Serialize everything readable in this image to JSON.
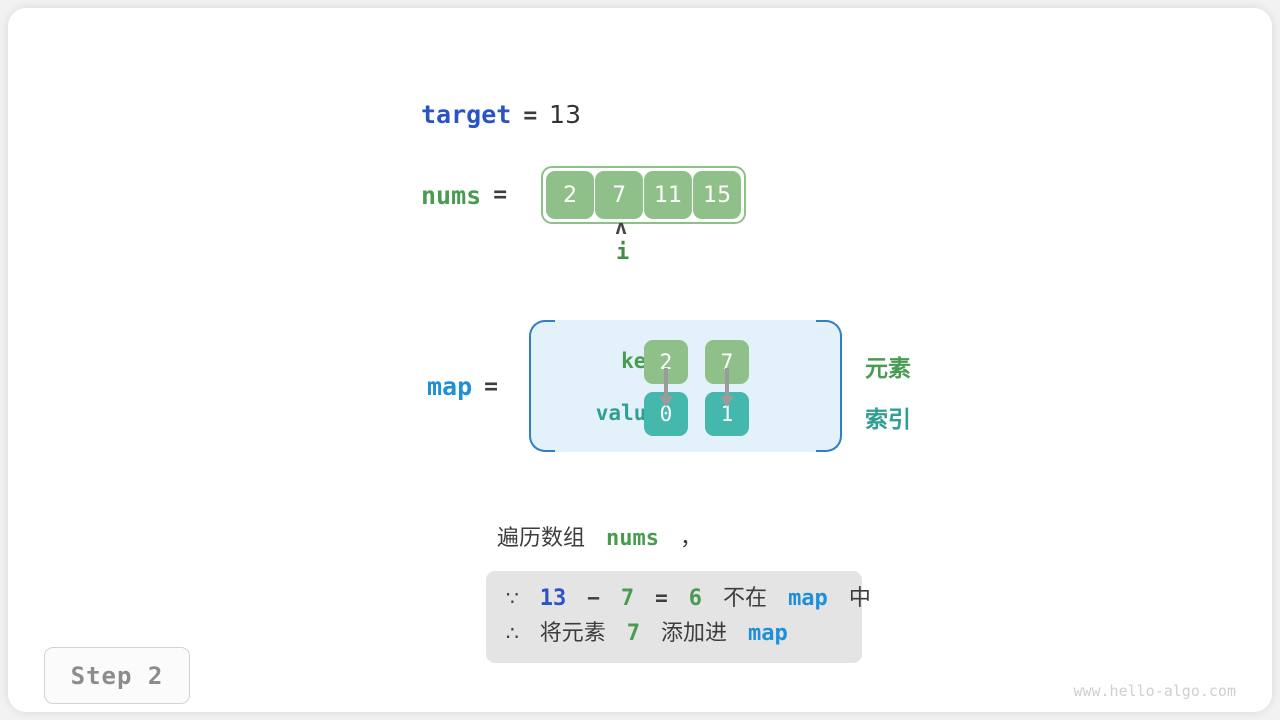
{
  "diagram": {
    "target": {
      "name": "target",
      "eq": "=",
      "value": "13"
    },
    "nums": {
      "name": "nums",
      "eq": "=",
      "cells": [
        "2",
        "7",
        "11",
        "15"
      ],
      "pointer_caret": "ʌ",
      "pointer_label": "i",
      "pointer_index": 1
    },
    "map": {
      "name": "map",
      "eq": "=",
      "row_labels": {
        "key": "key",
        "value": "value"
      },
      "entries": [
        {
          "key": "2",
          "value": "0"
        },
        {
          "key": "7",
          "value": "1"
        }
      ],
      "side_labels": {
        "element": "元素",
        "index": "索引"
      }
    },
    "description": {
      "prefix": "遍历数组",
      "var": "nums",
      "suffix": "，"
    },
    "reason": {
      "line1": {
        "symbol": "∵",
        "a": "13",
        "op": "−",
        "b": "7",
        "eq": "=",
        "result": "6",
        "mid": "不在",
        "map": "map",
        "end": "中"
      },
      "line2": {
        "symbol": "∴",
        "pre": "将元素",
        "value": "7",
        "mid": "添加进",
        "map": "map"
      }
    },
    "step_badge": "Step 2",
    "watermark": "www.hello-algo.com"
  },
  "colors": {
    "blue": "#2c52c8",
    "light_blue": "#1f8fd8",
    "green": "#4a9b52",
    "cell_green": "#8fc08a",
    "teal": "#45b8ae",
    "teal_text": "#2f9e93",
    "map_bg": "#e3f1fb",
    "map_border": "#2f7fc6",
    "reason_bg": "#e4e4e4",
    "gray_text": "#3d3d3d"
  }
}
